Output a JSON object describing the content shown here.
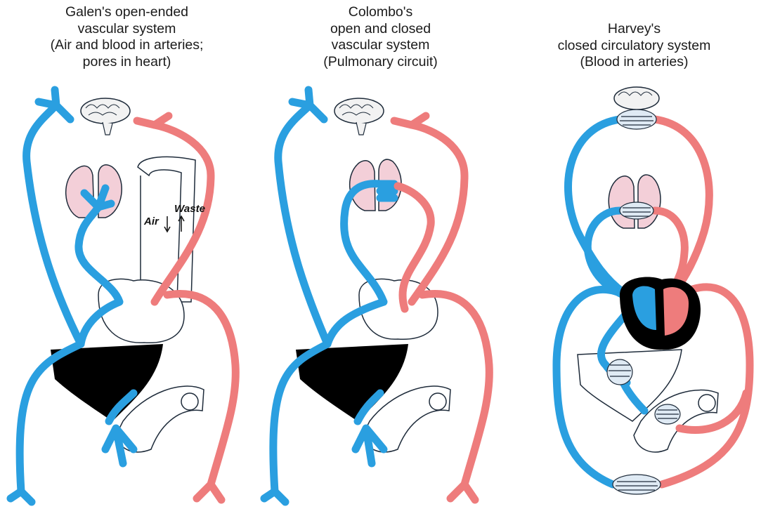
{
  "colors": {
    "vein": "#2a9fe0",
    "artery": "#ee7c7c",
    "outline": "#1e2b3a",
    "lung": "#f3cfd8",
    "organ": "#000000"
  },
  "panels": [
    {
      "title_lines": [
        "Galen's open-ended",
        "vascular system",
        "(Air and blood in arteries;",
        "pores in heart)"
      ],
      "labels": {
        "air": "Air",
        "waste": "Waste"
      }
    },
    {
      "title_lines": [
        "Colombo's",
        "open and closed",
        "vascular system",
        "(Pulmonary circuit)"
      ]
    },
    {
      "title_lines": [
        "Harvey's",
        "closed circulatory system",
        "(Blood in arteries)"
      ]
    }
  ],
  "icons": [
    "brain-icon",
    "lungs-icon",
    "heart-icon",
    "liver-icon",
    "intestine-icon"
  ]
}
